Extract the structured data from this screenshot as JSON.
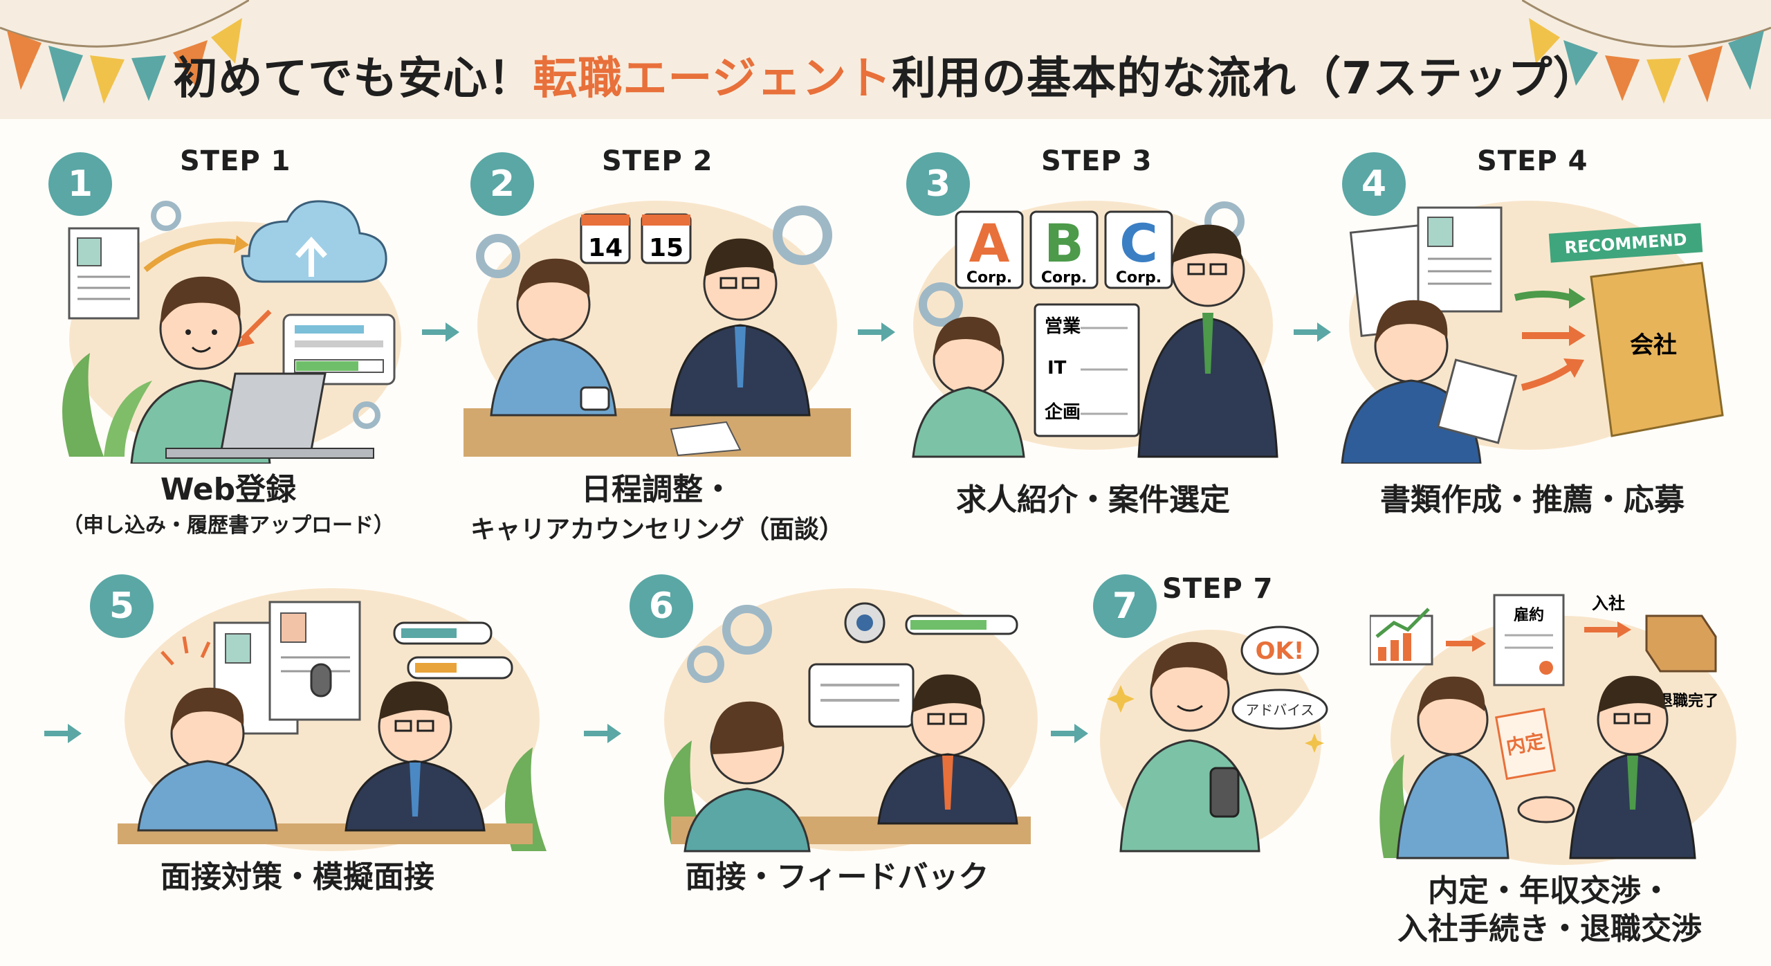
{
  "header": {
    "title_before": "初めてでも安心！",
    "title_accent": "転職エージェント",
    "title_after": "利用の基本的な流れ（7ステップ）"
  },
  "colors": {
    "teal": "#5aa7a5",
    "orange": "#e8703a",
    "cream": "#f6ede0",
    "navy": "#2f3b55"
  },
  "steps": [
    {
      "number": "1",
      "label": "STEP 1",
      "title": "Web登録",
      "subtitle": "（申し込み・履歴書アップロード）"
    },
    {
      "number": "2",
      "label": "STEP 2",
      "title_line1": "日程調整・",
      "title_line2": "キャリアカウンセリング（面談）",
      "calendar_a": "14",
      "calendar_b": "15"
    },
    {
      "number": "3",
      "label": "STEP 3",
      "title": "求人紹介・案件選定",
      "corps": [
        {
          "letter": "A",
          "name": "Corp."
        },
        {
          "letter": "B",
          "name": "Corp."
        },
        {
          "letter": "C",
          "name": "Corp."
        }
      ],
      "list": [
        "営業",
        "IT",
        "企画"
      ]
    },
    {
      "number": "4",
      "label": "STEP 4",
      "title": "書類作成・推薦・応募",
      "banner": "RECOMMEND",
      "envelope": "会社"
    },
    {
      "number": "5",
      "title": "面接対策・模擬面接"
    },
    {
      "number": "6",
      "title": "面接・フィードバック"
    },
    {
      "number": "7",
      "label": "STEP 7",
      "title_line1": "内定・年収交渉・",
      "title_line2": "入社手続き・退職交渉",
      "bubble_ok": "OK!",
      "bubble_advice": "アドバイス",
      "contract": "雇約",
      "join": "入社",
      "offer": "内定",
      "resign": "退職完了"
    }
  ]
}
